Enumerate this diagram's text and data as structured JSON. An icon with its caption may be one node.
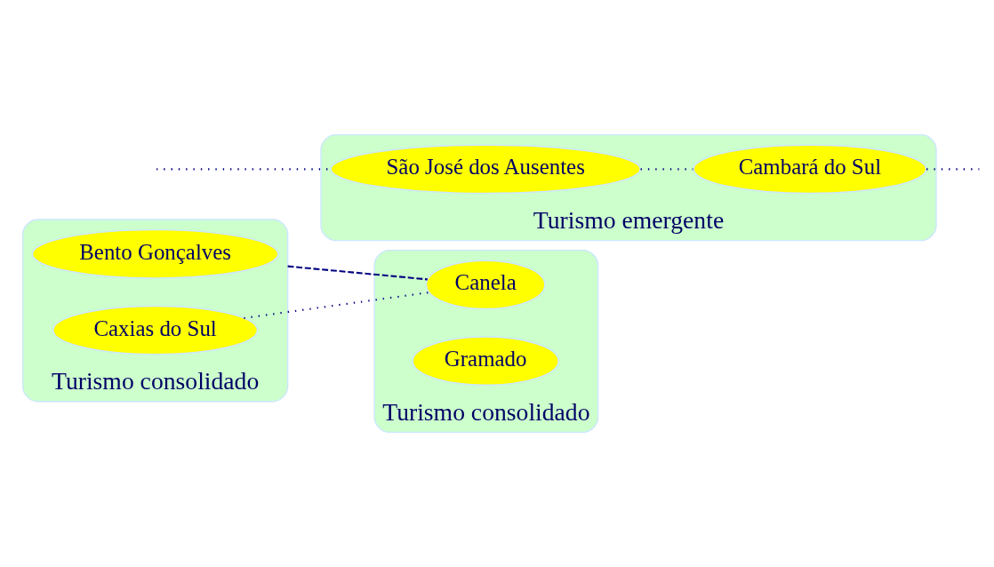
{
  "diagram": {
    "nodes": [
      {
        "text": [
          "Turismo consolidado"
        ]
      },
      {
        "text": [
          "Bento Gonçalves"
        ],
        "in": 0
      },
      {
        "text": [
          "Caxias do Sul"
        ],
        "in": 0
      },
      {
        "text": [
          "Turismo emergente"
        ]
      },
      {
        "text": [
          "São José dos Ausentes"
        ],
        "in": 3
      },
      {
        "text": [
          "Cambará do Sul"
        ],
        "in": 3
      },
      {
        "text": [
          "Turismo consolidado"
        ]
      },
      {
        "text": [
          "Canela"
        ],
        "in": 6
      },
      {
        "text": [
          "Gramado"
        ],
        "in": 6
      }
    ],
    "edges": [
      {
        "from": null,
        "to": 4,
        "arrow": "none"
      },
      {
        "from": 4,
        "to": 5,
        "arrow": "none"
      },
      {
        "from": 5,
        "to": null,
        "arrow": "none"
      },
      {
        "from": 0,
        "to": 7,
        "arrow": "none",
        "style": "dashed"
      },
      {
        "from": 2,
        "to": 7,
        "arrow": "none"
      }
    ]
  }
}
